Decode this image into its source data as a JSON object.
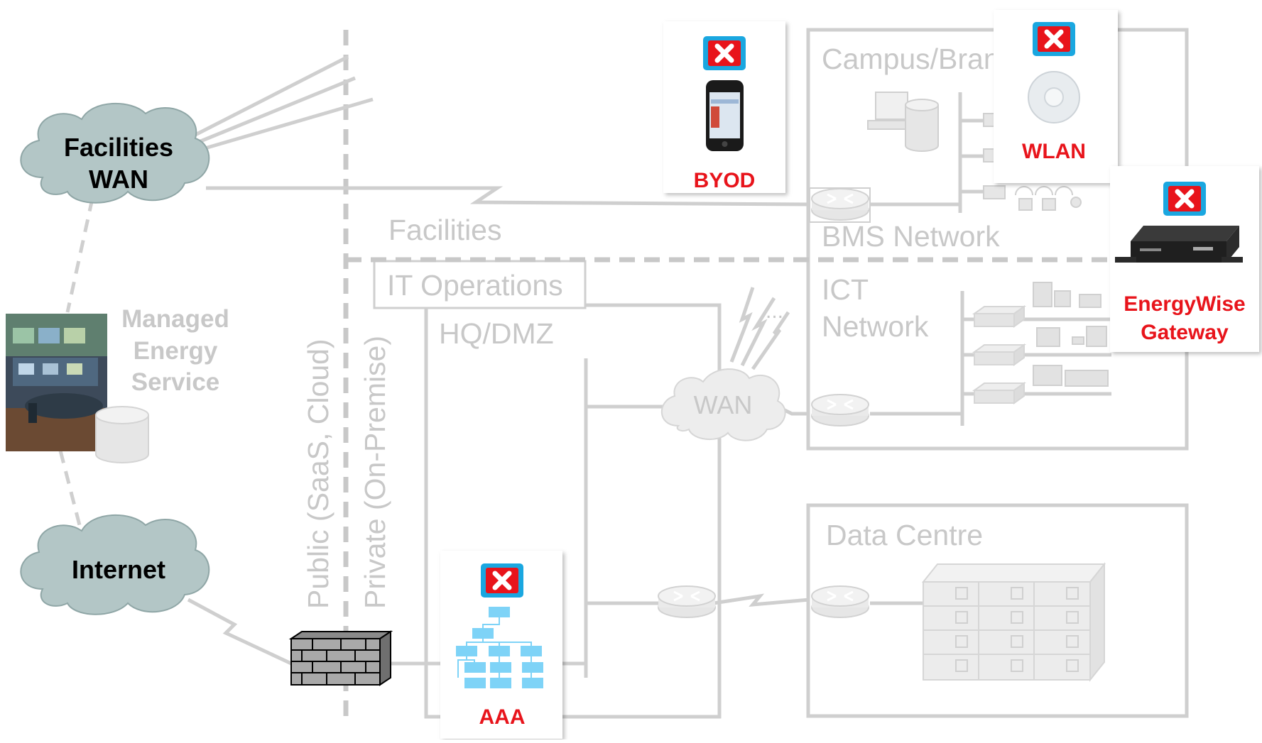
{
  "clouds": {
    "facilities_wan_line1": "Facilities",
    "facilities_wan_line2": "WAN",
    "internet": "Internet",
    "wan": "WAN"
  },
  "managed_energy": {
    "line1": "Managed",
    "line2": "Energy",
    "line3": "Service"
  },
  "zones": {
    "public": "Public (SaaS, Cloud)",
    "private": "Private (On-Premise)",
    "facilities": "Facilities",
    "it_operations": "IT Operations",
    "hq_dmz": "HQ/DMZ",
    "campus": "Campus/Branch Office",
    "bms_network": "BMS Network",
    "ict_line1": "ICT",
    "ict_line2": "Network",
    "data_centre": "Data Centre",
    "ellipsis": "..."
  },
  "callouts": {
    "byod": "BYOD",
    "wlan": "WLAN",
    "energywise_line1": "EnergyWise",
    "energywise_line2": "Gateway",
    "aaa": "AAA"
  },
  "colors": {
    "cloud_fill": "#b3c6c6",
    "faded_grey": "#c8c8c8",
    "alert_red": "#e8141b",
    "alert_blue": "#1aa7e0",
    "org_chart_blue": "#7ed3f7"
  }
}
